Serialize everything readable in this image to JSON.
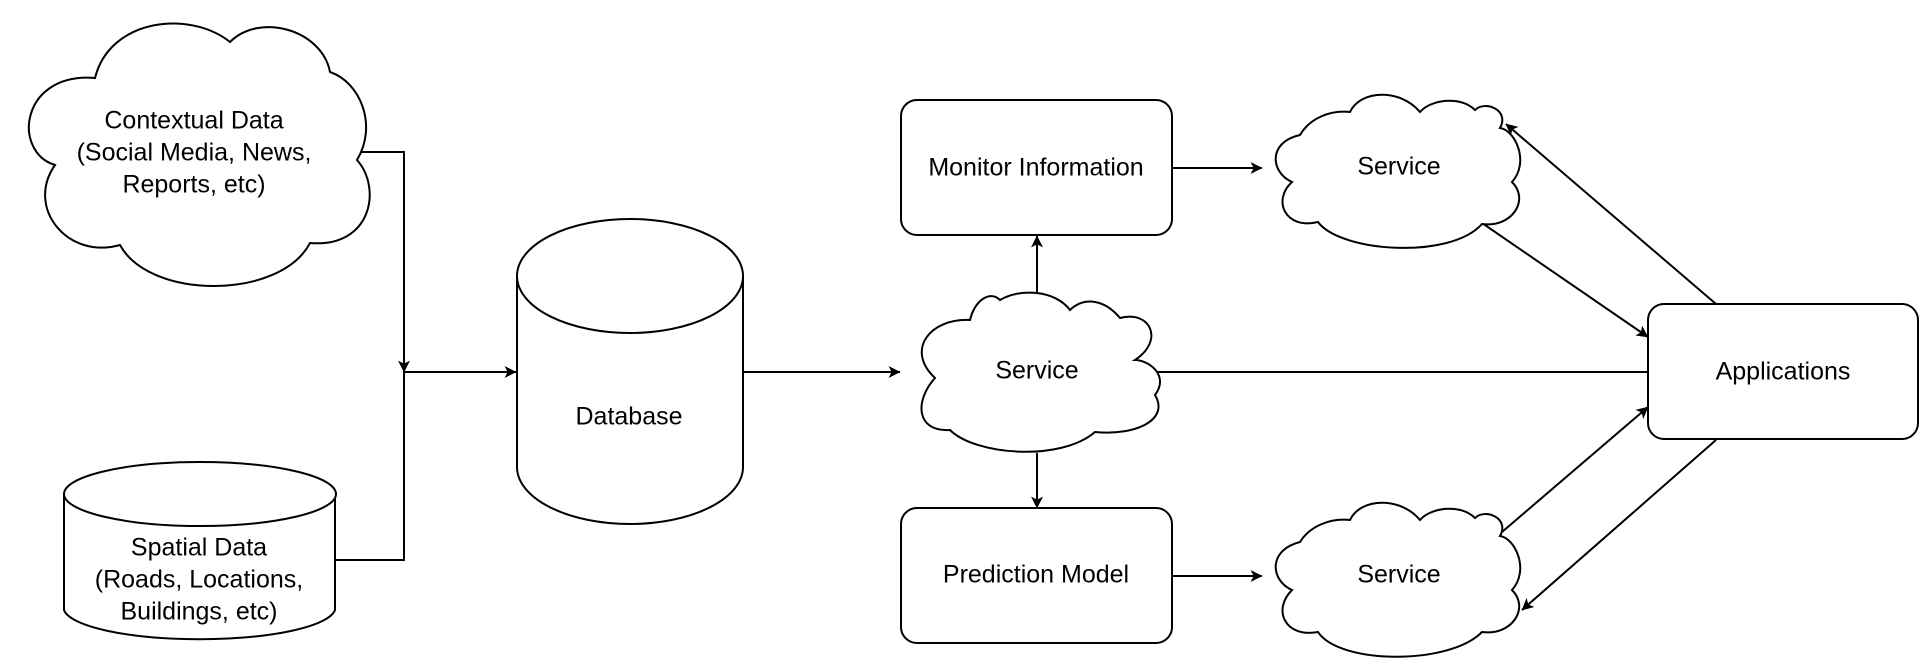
{
  "diagram": {
    "nodes": {
      "contextual": {
        "shape": "cloud",
        "lines": [
          "Contextual Data",
          "(Social Media, News,",
          "Reports, etc)"
        ]
      },
      "spatial": {
        "shape": "cylinder",
        "lines": [
          "Spatial Data",
          "(Roads, Locations,",
          "Buildings, etc)"
        ]
      },
      "database": {
        "shape": "cylinder",
        "label": "Database"
      },
      "service_center": {
        "shape": "cloud",
        "label": "Service"
      },
      "monitor": {
        "shape": "rounded-rectangle",
        "label": "Monitor Information"
      },
      "prediction": {
        "shape": "rounded-rectangle",
        "label": "Prediction Model"
      },
      "service_top": {
        "shape": "cloud",
        "label": "Service"
      },
      "service_bottom": {
        "shape": "cloud",
        "label": "Service"
      },
      "applications": {
        "shape": "rounded-rectangle",
        "label": "Applications"
      }
    },
    "edges": [
      {
        "from": "contextual",
        "to": "database"
      },
      {
        "from": "spatial",
        "to": "database"
      },
      {
        "from": "database",
        "to": "service_center"
      },
      {
        "from": "service_center",
        "to": "monitor"
      },
      {
        "from": "service_center",
        "to": "prediction"
      },
      {
        "from": "monitor",
        "to": "service_top"
      },
      {
        "from": "prediction",
        "to": "service_bottom"
      },
      {
        "from": "service_top",
        "to": "applications"
      },
      {
        "from": "applications",
        "to": "service_top"
      },
      {
        "from": "applications",
        "to": "service_center"
      },
      {
        "from": "service_bottom",
        "to": "applications"
      },
      {
        "from": "applications",
        "to": "service_bottom"
      }
    ],
    "colors": {
      "stroke": "#000000",
      "fill": "#ffffff",
      "text": "#000000"
    }
  }
}
